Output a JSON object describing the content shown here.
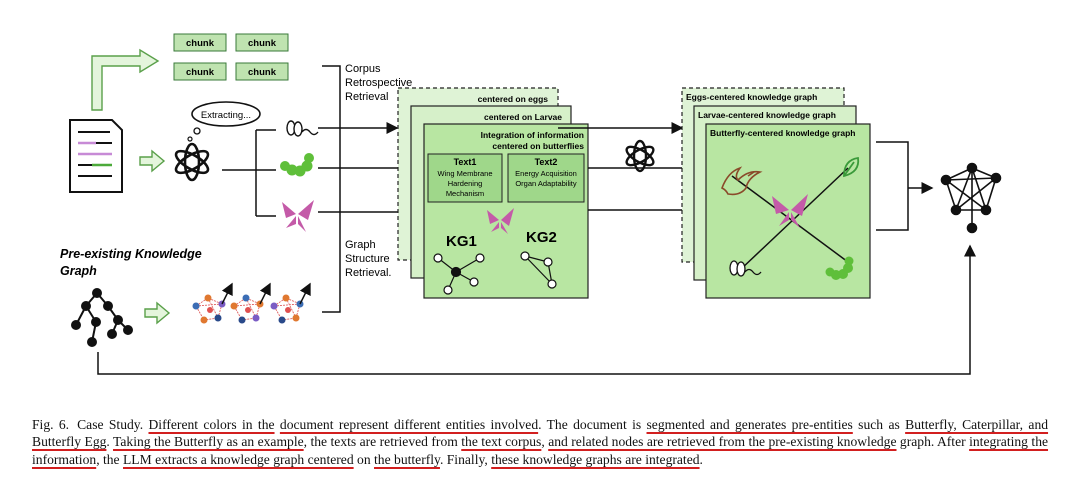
{
  "figure": {
    "chunks": [
      "chunk",
      "chunk",
      "chunk",
      "chunk"
    ],
    "extracting_label": "Extracting...",
    "corpus_label": [
      "Corpus",
      "Retrospective",
      "Retrieval"
    ],
    "graph_label": [
      "Graph",
      "Structure",
      "Retrieval."
    ],
    "preexisting_label": [
      "Pre-existing Knowledge",
      "Graph"
    ],
    "panel_eggs": "centered on eggs",
    "panel_larvae": "centered on  Larvae",
    "panel_integration": [
      "Integration of information",
      "centered on butterflies"
    ],
    "text1": {
      "title": "Text1",
      "lines": [
        "Wing Membrane",
        "Hardening",
        "Mechanism"
      ]
    },
    "text2": {
      "title": "Text2",
      "lines": [
        "Energy Acquisition",
        "Organ Adaptability"
      ]
    },
    "kg1": "KG1",
    "kg2": "KG2",
    "kg_eggs": "Eggs-centered  knowledge  graph",
    "kg_larvae": "Larvae-centered  knowledge  graph",
    "kg_butterfly": "Butterfly-centered  knowledge  graph",
    "colors": {
      "green_fill": "#cfeec0",
      "green_stroke": "#3a8a3a",
      "underline": "#d21f1f"
    }
  },
  "caption": {
    "label": "Fig. 6.",
    "segments": [
      {
        "t": "Case Study. ",
        "u": false
      },
      {
        "t": "Different colors in the",
        "u": true
      },
      {
        "t": " ",
        "u": false
      },
      {
        "t": "document represent different entities involved",
        "u": true
      },
      {
        "t": ". The document is ",
        "u": false
      },
      {
        "t": "segmented and generates pre-entities",
        "u": true
      },
      {
        "t": " such as ",
        "u": false
      },
      {
        "t": "Butterfly, Caterpillar, and Butterfly Egg",
        "u": true
      },
      {
        "t": ". ",
        "u": false
      },
      {
        "t": "Taking the Butterfly as an example",
        "u": true
      },
      {
        "t": ", the texts are retrieved from ",
        "u": false
      },
      {
        "t": "the text corpus",
        "u": true
      },
      {
        "t": ", ",
        "u": false
      },
      {
        "t": "and related nodes are retrieved from the pre-existing knowledge",
        "u": true
      },
      {
        "t": " graph. After ",
        "u": false
      },
      {
        "t": "integrating the information",
        "u": true
      },
      {
        "t": ", the ",
        "u": false
      },
      {
        "t": "LLM extracts a knowledge graph centered",
        "u": true
      },
      {
        "t": " on ",
        "u": false
      },
      {
        "t": "the butterfly",
        "u": true
      },
      {
        "t": ". Finally, ",
        "u": false
      },
      {
        "t": "these knowledge graphs are integrated",
        "u": true
      },
      {
        "t": ".",
        "u": false
      }
    ]
  }
}
